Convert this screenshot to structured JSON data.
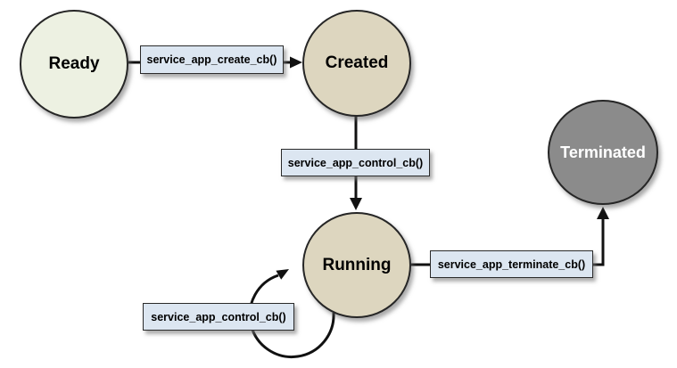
{
  "diagram": {
    "type": "state-machine",
    "background": "#ffffff",
    "states": [
      {
        "id": "ready",
        "label": "Ready",
        "fill": "#edf1e2",
        "text_color": "#000000"
      },
      {
        "id": "created",
        "label": "Created",
        "fill": "#ddd6bf",
        "text_color": "#000000"
      },
      {
        "id": "running",
        "label": "Running",
        "fill": "#ddd6bf",
        "text_color": "#000000"
      },
      {
        "id": "terminated",
        "label": "Terminated",
        "fill": "#8b8b8b",
        "text_color": "#ffffff"
      }
    ],
    "transitions": [
      {
        "from": "Ready",
        "to": "Created",
        "label": "service_app_create_cb()",
        "type": "straight"
      },
      {
        "from": "Created",
        "to": "Running",
        "label": "service_app_control_cb()",
        "type": "straight"
      },
      {
        "from": "Running",
        "to": "Terminated",
        "label": "service_app_terminate_cb()",
        "type": "elbow"
      },
      {
        "from": "Running",
        "to": "Running",
        "label": "service_app_control_cb()",
        "type": "self-loop"
      }
    ],
    "colors": {
      "state_ready_fill": "#edf1e2",
      "state_active_fill": "#ddd6bf",
      "state_terminated_fill": "#8b8b8b",
      "transition_box_fill": "#dce6f1",
      "outline": "#262626",
      "arrow": "#111111"
    }
  }
}
